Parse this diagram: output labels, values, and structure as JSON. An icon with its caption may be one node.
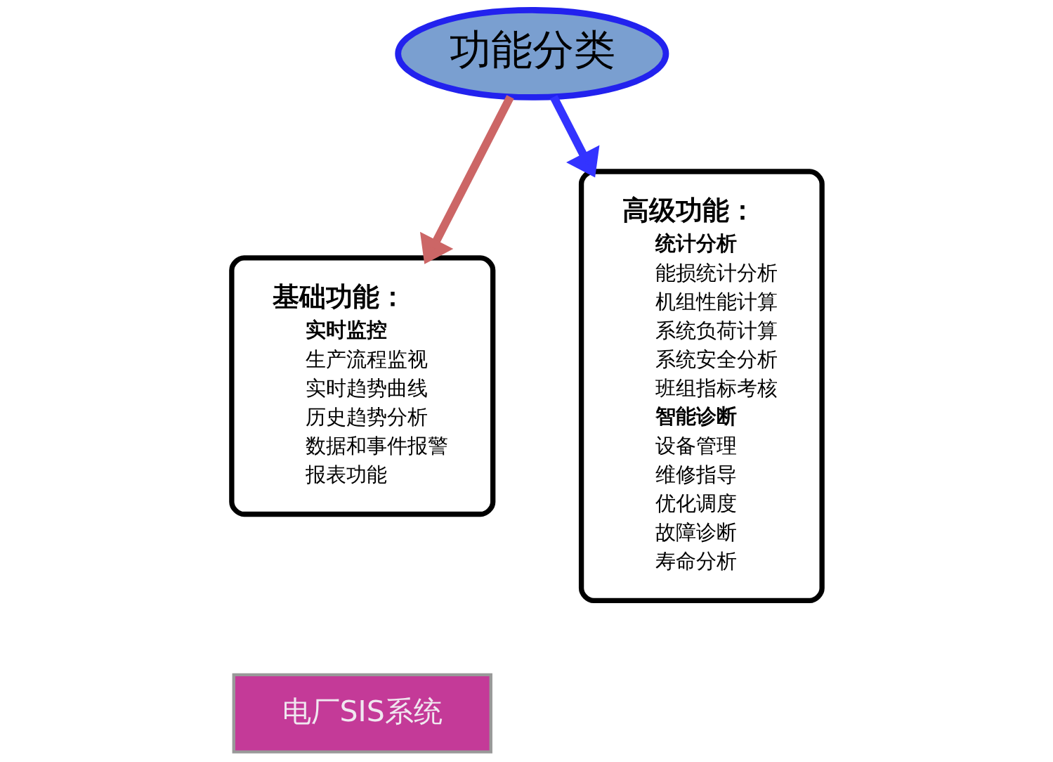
{
  "diagram": {
    "nodes": [
      {
        "text": [
          "功能分类"
        ]
      },
      {
        "text": [
          "基础功能：",
          "实时监控",
          "生产流程监视",
          "实时趋势曲线",
          "历史趋势分析",
          "数据和事件报警",
          "报表功能"
        ]
      },
      {
        "text": [
          "高级功能：",
          "统计分析",
          "能损统计分析",
          "机组性能计算",
          "系统负荷计算",
          "系统安全分析",
          "班组指标考核",
          "智能诊断",
          "设备管理",
          "维修指导",
          "优化调度",
          "故障诊断",
          "寿命分析"
        ]
      },
      {
        "text": [
          "电厂SIS系统"
        ]
      }
    ],
    "edges": [
      {
        "from": 0,
        "to": 1,
        "arrow": "to",
        "color": "#cc6666"
      },
      {
        "from": 0,
        "to": 2,
        "arrow": "to",
        "color": "#3333ff"
      }
    ]
  }
}
